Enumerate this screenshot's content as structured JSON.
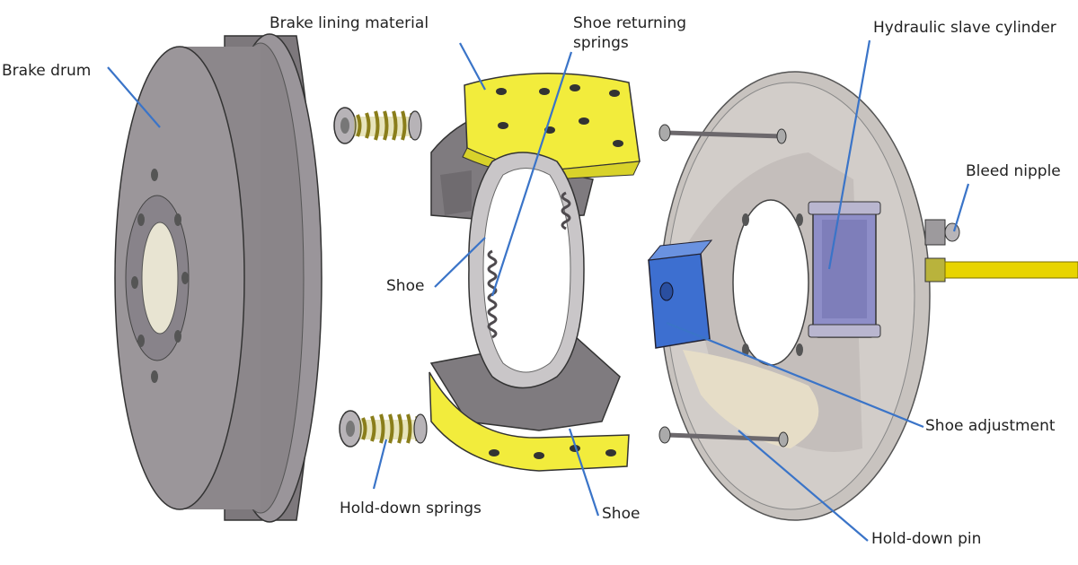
{
  "labels": {
    "brake_drum": "Brake drum",
    "brake_lining_material": "Brake lining material",
    "shoe_returning_springs_line1": "Shoe returning",
    "shoe_returning_springs_line2": "springs",
    "hydraulic_slave_cylinder": "Hydraulic slave cylinder",
    "bleed_nipple": "Bleed nipple",
    "shoe_left": "Shoe",
    "shoe_bottom": "Shoe",
    "shoe_adjustment": "Shoe adjustment",
    "hold_down_springs": "Hold-down springs",
    "hold_down_pin": "Hold-down pin"
  },
  "colors": {
    "leader_line": "#3a74c8",
    "drum": "#8f8a8e",
    "lining": "#f2ec3c",
    "shoe_metal": "#8a8688",
    "backplate": "#cfcac6",
    "cylinder": "#8e8ec8",
    "adjuster": "#3d6fd0",
    "spring": "#b9b33c",
    "brake_pipe": "#e8d400"
  }
}
